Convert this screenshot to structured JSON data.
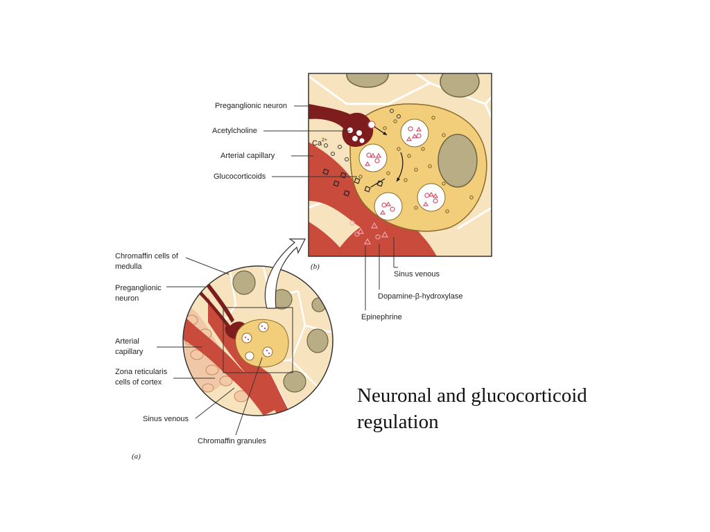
{
  "caption": {
    "line1": "Neuronal and glucocorticoid",
    "line2": "regulation"
  },
  "panel_b": {
    "tag": "(b)",
    "labels": {
      "preganglionic_neuron": "Preganglionic neuron",
      "acetylcholine": "Acetylcholine",
      "arterial_capillary": "Arterial capillary",
      "glucocorticoids": "Glucocorticoids",
      "calcium": "Ca",
      "calcium_charge": "2+",
      "sinus_venous": "Sinus venous",
      "dopamine_b_hydroxylase": "Dopamine-β-hydroxylase",
      "epinephrine": "Epinephrine"
    }
  },
  "panel_a": {
    "tag": "(a)",
    "labels": {
      "chromaffin_cells_1": "Chromaffin cells of",
      "chromaffin_cells_2": "medulla",
      "preganglionic_1": "Preganglionic",
      "preganglionic_2": "neuron",
      "arterial_1": "Arterial",
      "arterial_2": "capillary",
      "zona_1": "Zona reticularis",
      "zona_2": "cells of cortex",
      "sinus_venous": "Sinus venous",
      "chromaffin_granules": "Chromaffin granules"
    }
  },
  "colors": {
    "cell_cream": "#f7e3bd",
    "cell_yellow": "#f2cd7a",
    "nucleus": "#b8ad84",
    "blood_red": "#c94b3c",
    "neuron_dark": "#7d1d1d",
    "granule_pink": "#d0506a"
  }
}
